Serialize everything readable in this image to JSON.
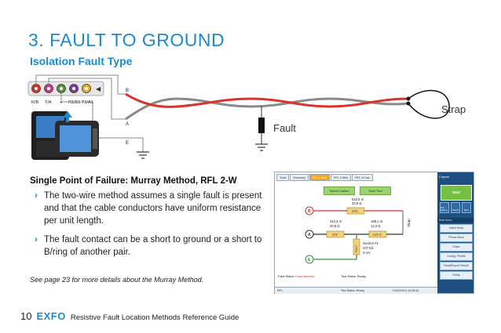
{
  "header": {
    "title": "3. FAULT TO GROUND",
    "subtitle": "Isolation Fault Type"
  },
  "diagram": {
    "connector_labels": [
      "R/B",
      "T/A",
      "⏚",
      "R1/B1",
      "T1/A1",
      "🔈"
    ],
    "wire_labels": {
      "b": "B",
      "a": "A",
      "e": "E"
    },
    "strap_label": "Strap",
    "fault_label": "Fault",
    "colors": {
      "wire_red": "#d9342b",
      "wire_gray": "#8a8a8a",
      "wire_dark": "#555555",
      "accent": "#1a8bd3"
    }
  },
  "section": {
    "heading": "Single Point of Failure: Murray Method, RFL 2-W",
    "bullets": [
      "The two-wire method assumes a single fault is present and that the cable conductors have uniform resistance per unit length.",
      "The fault contact can be a short to ground or a short to B/ring of another pair."
    ],
    "note": "See page 23 for more details about the Murray Method."
  },
  "screenshot": {
    "tabs": [
      "Tools",
      "Summary",
      "RFL 2-Wire",
      "RFL 3-Wire",
      "RFL 4-Cust"
    ],
    "active_tab": 2,
    "select_cables": "Select Cables",
    "save_test": "Save Test",
    "total_distance": "510,5 m",
    "total_resistance": "33,9 Ω",
    "dte_label": "DTE",
    "dtf_label": "DTF",
    "dtfe_label": "DTF E",
    "dtf_distance": "312,4 m",
    "dtf_resistance": "20,8 Ω",
    "dtfe_distance": "198,1 m",
    "dtfe_resistance": "13,2 Ω",
    "fault_box": "FAULT",
    "section_label": "Section #1",
    "section_resistance": "107 kΩ",
    "section_voltage": "0 mV",
    "strap_label": "Strap",
    "nodes": {
      "b": "B",
      "a": "A",
      "e": "E"
    },
    "fault_status_label": "Fault Status:",
    "fault_status_value": "Fault detected.",
    "test_status_label": "Test Status:",
    "test_status_value": "Ready",
    "status_bar": {
      "mode": "RFL",
      "test_status": "Test Status: Ready",
      "datetime": "21/02/2014 16:26:34"
    },
    "side_panel": {
      "header": "Copper",
      "start": "Start",
      "icons": [
        "Test Setting",
        "Report",
        "Save"
      ],
      "section": "Main Menu",
      "items": [
        "Cable Book",
        "Phone Book",
        "Dialer",
        "Config / Profile",
        "Read/Export Result",
        "Setup"
      ]
    }
  },
  "footer": {
    "page": "10",
    "brand": "EXFO",
    "guide": "Resistive Fault Location Methods Reference Guide"
  }
}
